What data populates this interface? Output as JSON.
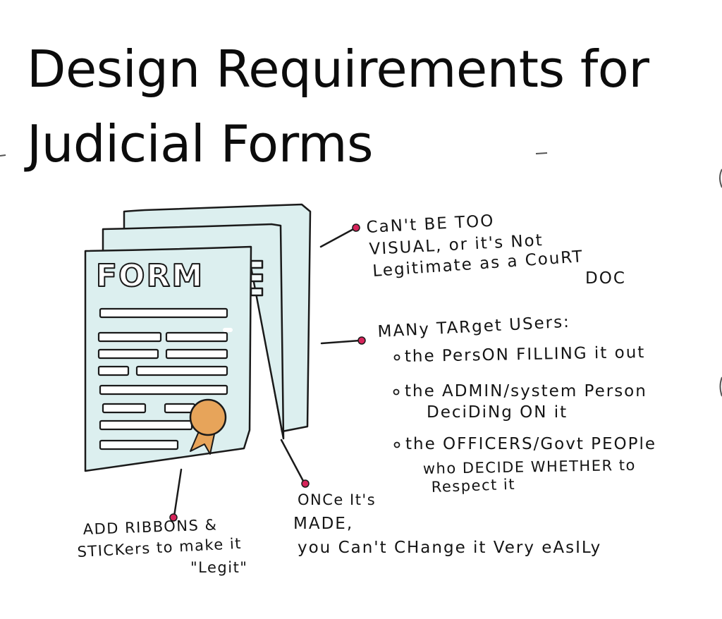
{
  "title": {
    "line1": "Design Requirements for",
    "line2": "Judicial Forms"
  },
  "illustration": {
    "form_label": "FORM",
    "paper_color": "#dcefef",
    "outline_color": "#1a1a1a",
    "seal_color": "#e7a45a",
    "pin_color": "#d6245a"
  },
  "notes": {
    "visual": {
      "line1": "CaN't BE TOO",
      "line2": "VISUAL, or it's Not",
      "line3": "Legitimate as a CouRT",
      "line4": "DOC"
    },
    "users": {
      "heading": "MANy TARget USers:",
      "items": [
        {
          "line1": "the PersON FILLING it out"
        },
        {
          "line1": "the ADMIN/system Person",
          "line2": "DeciDiNg ON it"
        },
        {
          "line1": "the OFFICERS/Govt PEOPle",
          "line2": "who DECIDE WHETHER to",
          "line3": "Respect it"
        }
      ]
    },
    "change": {
      "line1": "ONCe It's",
      "line2": "MADE,",
      "line3": "you Can't CHange it Very eAsILy"
    },
    "ribbons": {
      "line1": "ADD RIBBONS &",
      "line2": "STICKers to make it",
      "line3": "\"Legit\""
    }
  }
}
